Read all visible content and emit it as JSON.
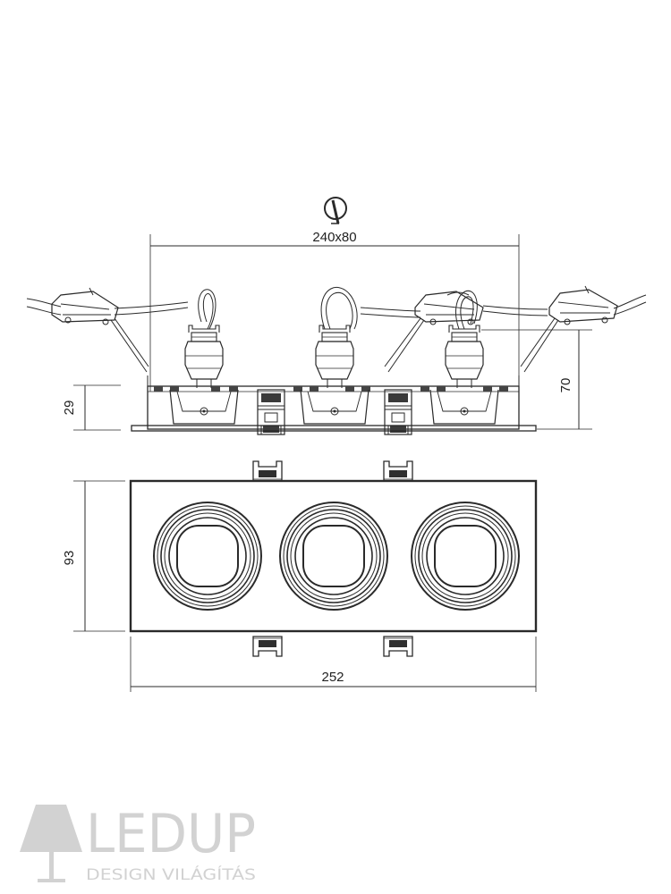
{
  "dimensions": {
    "cutout": "240x80",
    "recess_height": "70",
    "trim_height": "29",
    "width": "93",
    "length": "252"
  },
  "logo": {
    "name": "LEDUP",
    "tagline": "DESIGN VILÁGÍTÁS"
  },
  "icons": {
    "cutout_symbol": "circle-cut-icon",
    "lamp": "lamp-shade-icon"
  },
  "colors": {
    "line": "#2a2a2a",
    "logo": "#d2d2d2"
  }
}
